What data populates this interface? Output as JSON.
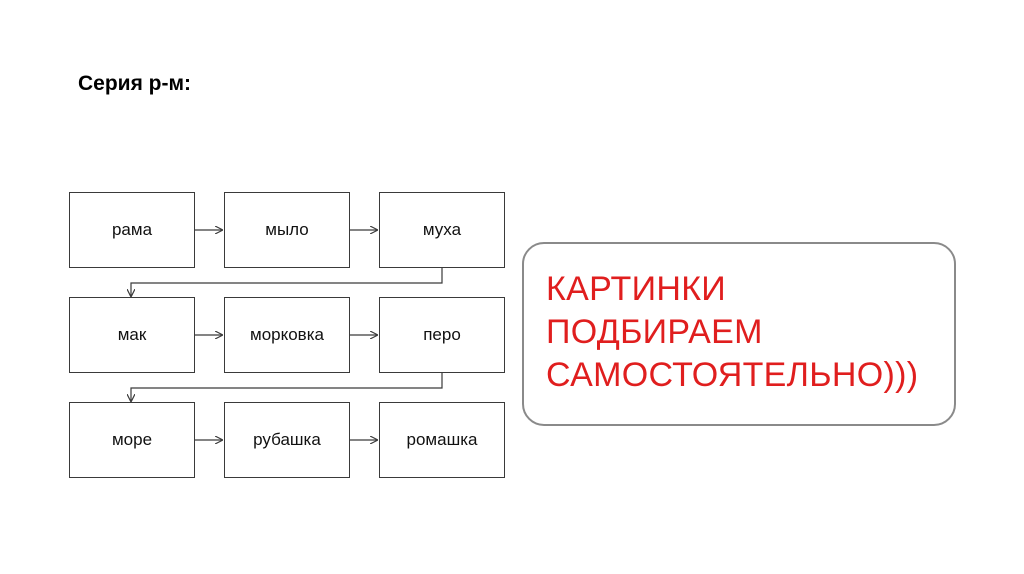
{
  "title": "Серия р-м:",
  "word_grid": {
    "rows": [
      [
        "рама",
        "мыло",
        "муха"
      ],
      [
        "мак",
        "морковка",
        "перо"
      ],
      [
        "море",
        "рубашка",
        "ромашка"
      ]
    ]
  },
  "note": {
    "lines": [
      "КАРТИНКИ",
      "ПОДБИРАЕМ",
      "САМОСТОЯТЕЛЬНО)))"
    ]
  },
  "colors": {
    "note_text": "#e01e1e",
    "box_border": "#3a3a3a",
    "note_border": "#8a8a8a"
  }
}
